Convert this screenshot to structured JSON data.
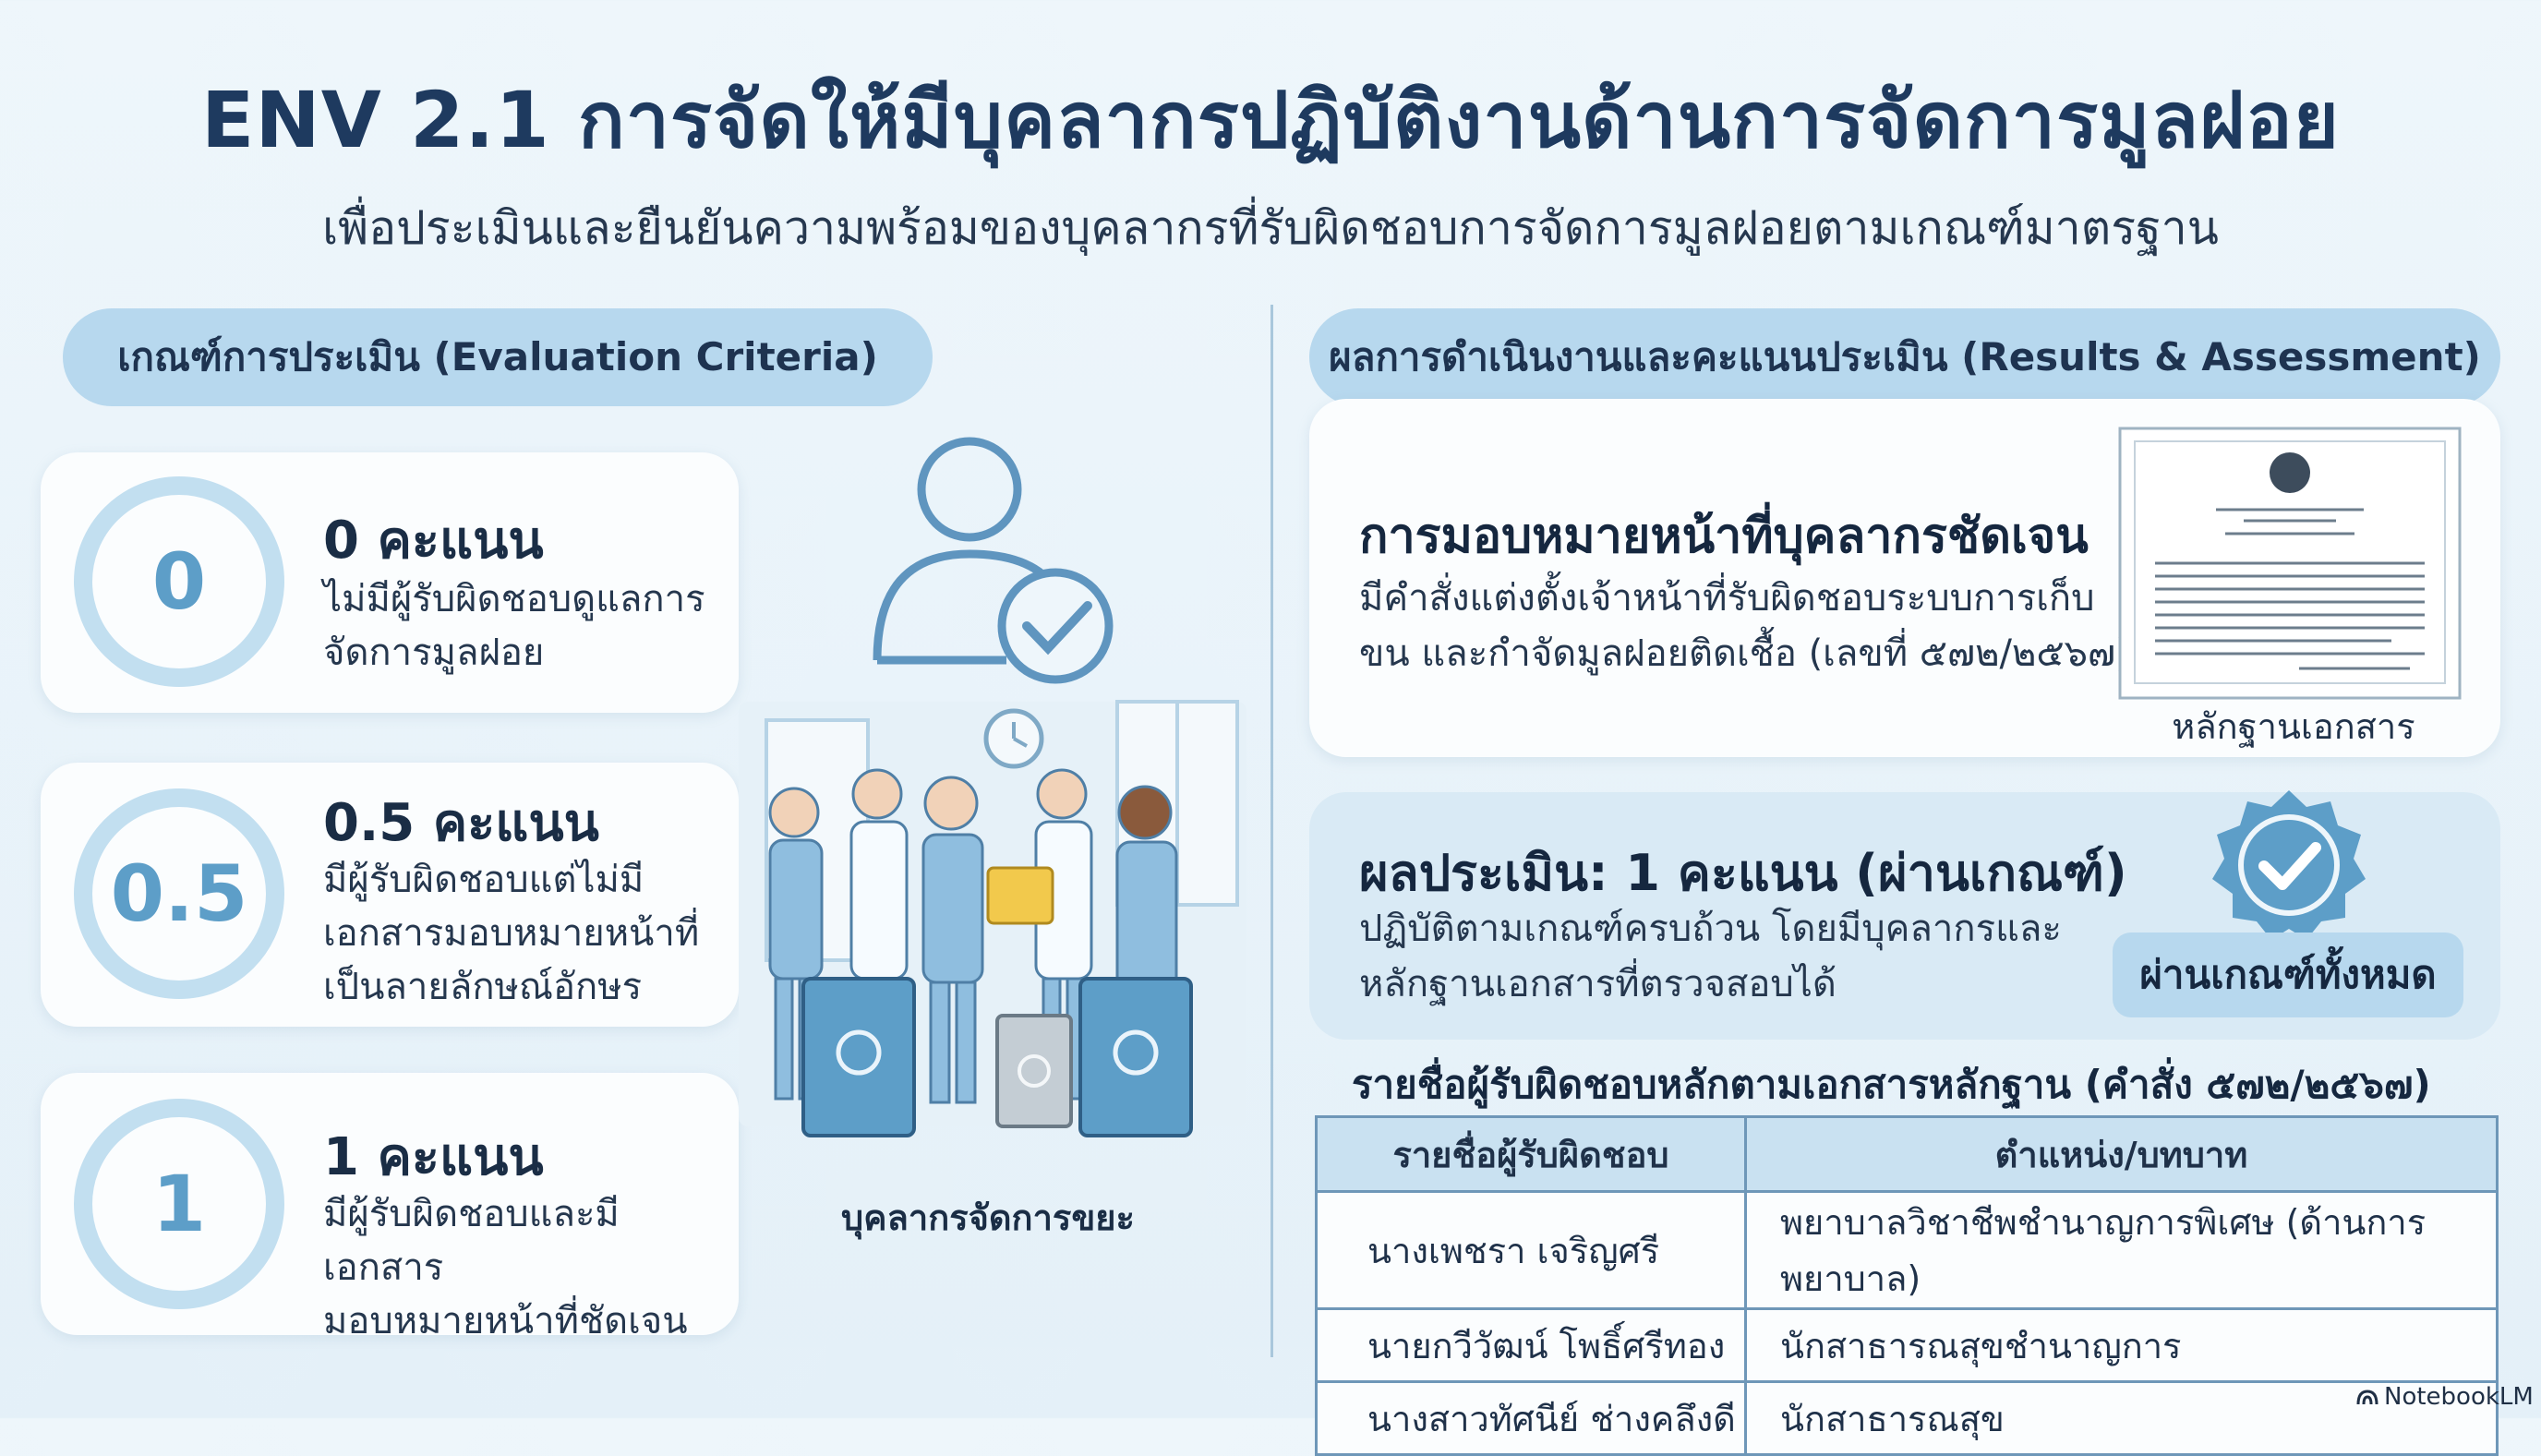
{
  "header": {
    "title": "ENV 2.1 การจัดให้มีบุคลากรปฏิบัติงานด้านการจัดการมูลฝอย",
    "subtitle": "เพื่อประเมินและยืนยันความพร้อมของบุคลากรที่รับผิดชอบการจัดการมูลฝอยตามเกณฑ์มาตรฐาน"
  },
  "criteria": {
    "heading": "เกณฑ์การประเมิน (Evaluation Criteria)",
    "levels": [
      {
        "score": "0",
        "title": "0 คะแนน",
        "desc_lines": [
          "ไม่มีผู้รับผิดชอบดูแลการ",
          "จัดการมูลฝอย"
        ]
      },
      {
        "score": "0.5",
        "title": "0.5 คะแนน",
        "desc_lines": [
          "มีผู้รับผิดชอบแต่ไม่มี",
          "เอกสารมอบหมายหน้าที่",
          "เป็นลายลักษณ์อักษร"
        ]
      },
      {
        "score": "1",
        "title": "1 คะแนน",
        "desc_lines": [
          "มีผู้รับผิดชอบและมีเอกสาร",
          "มอบหมายหน้าที่ชัดเจน"
        ]
      }
    ],
    "illustration_caption": "บุคลากรจัดการขยะ"
  },
  "results": {
    "heading": "ผลการดำเนินงานและคะแนนประเมิน (Results & Assessment)",
    "assignment": {
      "title": "การมอบหมายหน้าที่บุคลากรชัดเจน",
      "desc_lines": [
        "มีคำสั่งแต่งตั้งเจ้าหน้าที่รับผิดชอบระบบการเก็บ",
        "ขน และกำจัดมูลฝอยติดเชื้อ (เลขที่ ๕๗๒/๒๕๖๗)"
      ],
      "evidence_caption": "หลักฐานเอกสาร"
    },
    "assessment": {
      "title": "ผลประเมิน: 1 คะแนน (ผ่านเกณฑ์)",
      "desc_lines": [
        "ปฏิบัติตามเกณฑ์ครบถ้วน โดยมีบุคลากรและ",
        "หลักฐานเอกสารที่ตรวจสอบได้"
      ],
      "badge_label": "ผ่านเกณฑ์ทั้งหมด",
      "badge_icon": "check-seal-icon"
    },
    "table": {
      "heading": "รายชื่อผู้รับผิดชอบหลักตามเอกสารหลักฐาน (คำสั่ง ๕๗๒/๒๕๖๗)",
      "columns": [
        "รายชื่อผู้รับผิดชอบ",
        "ตำแหน่ง/บทบาท"
      ],
      "rows": [
        [
          "นางเพชรา เจริญศรี",
          "พยาบาลวิชาชีพชำนาญการพิเศษ (ด้านการพยาบาล)"
        ],
        [
          "นายกวีวัฒน์ โพธิ์ศรีทอง",
          "นักสาธารณสุขชำนาญการ"
        ],
        [
          "นางสาวทัศนีย์ ช่างคลึงดี",
          "นักสาธารณสุข"
        ]
      ]
    }
  },
  "branding": {
    "watermark": "NotebookLM"
  },
  "colors": {
    "accent": "#b7d8ee",
    "ring": "#c2dff0",
    "score_text": "#5d9ec8",
    "title": "#1e3a5f",
    "table_border": "#6e97b8"
  }
}
